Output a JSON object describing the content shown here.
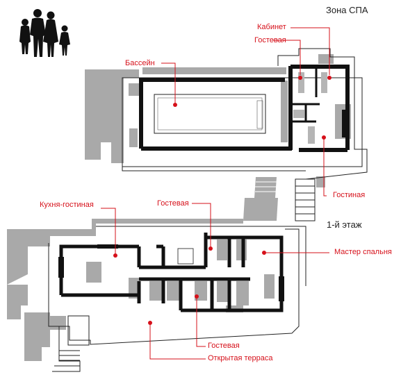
{
  "sections": {
    "spa": "Зона СПА",
    "first_floor": "1-й этаж"
  },
  "rooms": {
    "office": "Кабинет",
    "spa_guest": "Гостевая",
    "pool": "Бассейн",
    "spa_living": "Гостиная",
    "kitchen_living": "Кухня-гостиная",
    "floor_guest_top": "Гостевая",
    "master_bedroom": "Мастер спальня",
    "floor_guest_bottom": "Гостевая",
    "open_terrace": "Открытая терраса"
  },
  "colors": {
    "accent": "#d6101a",
    "wall": "#111111",
    "shadow": "#a9a9a9",
    "text": "#1e1e1e"
  },
  "icons": [
    "family-silhouette-icon"
  ]
}
